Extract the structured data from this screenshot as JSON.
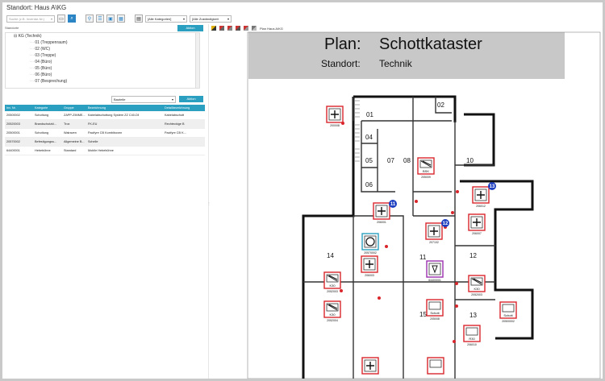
{
  "window": {
    "title": "Standort: Haus A\\KG"
  },
  "toolbar": {
    "search_placeholder": "Suche (z.B. Inventar-Nr.)",
    "category_select": "[Alle Kategorien]",
    "responsibility_select": "[Alle Zuständigkeit"
  },
  "left": {
    "standorte_label": "Standorte",
    "aktion_label": "Aktion",
    "tree": [
      {
        "label": "KG (Technik)",
        "level": 0
      },
      {
        "label": "01 (Treppenraum)",
        "level": 1
      },
      {
        "label": "02 (WC)",
        "level": 1
      },
      {
        "label": "03 (Treppe)",
        "level": 1
      },
      {
        "label": "04 (Büro)",
        "level": 1
      },
      {
        "label": "05 (Büro)",
        "level": 1
      },
      {
        "label": "06 (Büro)",
        "level": 1
      },
      {
        "label": "07 (Besprechung)",
        "level": 1
      }
    ],
    "filter_select": "Bauteile",
    "aktion2_label": "Aktion",
    "table": {
      "headers": [
        "Inv. Nr.",
        "Kategorie",
        "Gruppe",
        "Bezeichnung",
        "",
        "Detailbezeichnung"
      ],
      "rows": [
        [
          "20500002",
          "Schottung",
          "ZAPP-ZIMME...",
          "Kabelabschottung System ZZ C40-DE",
          "",
          "Kabelabschott"
        ],
        [
          "20520003",
          "Brandschutzkl...",
          "Trox",
          "FK-EU",
          "",
          "Rechteckige B"
        ],
        [
          "20500001",
          "Schottung",
          "Walraven",
          "Pacifyre CB Kombiboxen",
          "",
          "Pacifyre CB K..."
        ],
        [
          "20570002",
          "Befestigungss...",
          "Allgemeine B...",
          "Schelle",
          "",
          ""
        ],
        [
          "64400001",
          "Hebebühne",
          "Standard",
          "Mobile Hebebühne",
          "",
          ""
        ]
      ]
    }
  },
  "plan": {
    "tab_label": "Plan Haus A\\KG",
    "header_plan_label": "Plan:",
    "header_plan_value": "Schottkataster",
    "header_site_label": "Standort:",
    "header_site_value": "Technik",
    "room_labels": [
      "01",
      "02",
      "04",
      "05",
      "06",
      "07",
      "08",
      "10",
      "11",
      "12",
      "13",
      "14",
      "15"
    ],
    "item_labels": [
      {
        "id": "200008",
        "text": ""
      },
      {
        "id": "206001",
        "text": ""
      },
      {
        "id": "205009",
        "text": "BSK"
      },
      {
        "id": "206012",
        "text": ""
      },
      {
        "id": "206007",
        "text": ""
      },
      {
        "id": "207102",
        "text": ""
      },
      {
        "id": "20570002",
        "text": ""
      },
      {
        "id": "206003",
        "text": ""
      },
      {
        "id": "64400001",
        "text": ""
      },
      {
        "id": "2052003",
        "text": "K30"
      },
      {
        "id": "2052004",
        "text": "K30"
      },
      {
        "id": "2052003",
        "text": "K30"
      },
      {
        "id": "205008",
        "text": "Schott"
      },
      {
        "id": "20500002",
        "text": "Schott"
      },
      {
        "id": "206010",
        "text": "R30"
      }
    ],
    "badges": [
      "11",
      "12",
      "13"
    ]
  },
  "colors": {
    "accent": "#2b9fc0",
    "marker_red": "#d9262c",
    "badge_blue": "#1e3fbf"
  }
}
